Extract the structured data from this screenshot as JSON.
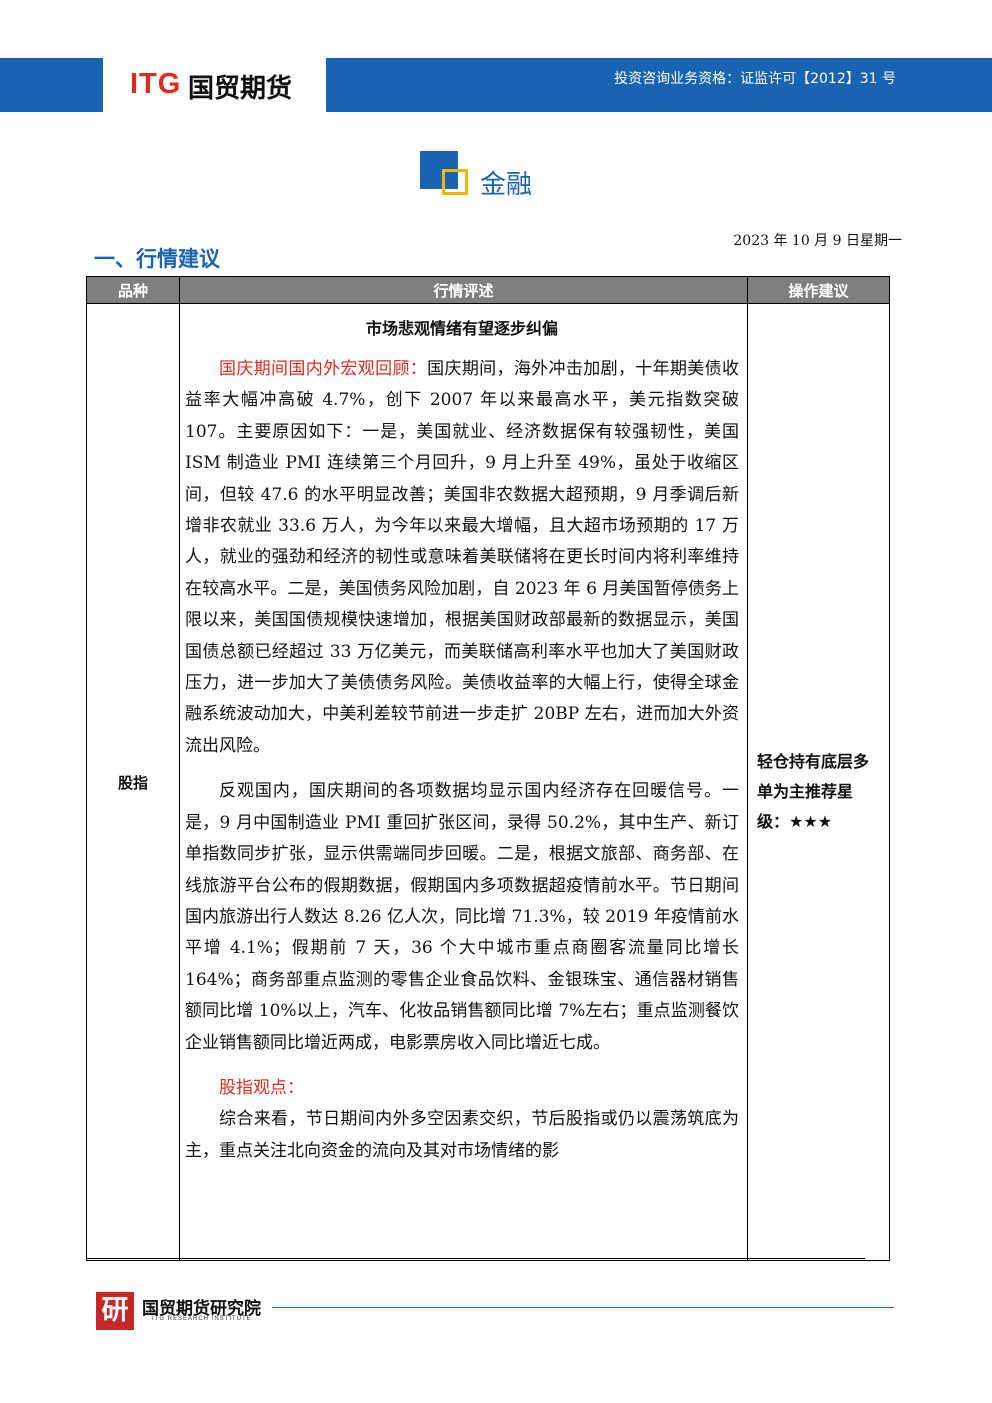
{
  "header": {
    "logo_itg": "ITG",
    "logo_cn": "国贸期货",
    "license": "投资咨询业务资格：证监许可【2012】31 号"
  },
  "section": {
    "title": "金融"
  },
  "date": "2023 年 10 月 9 日星期一",
  "heading": "一、行情建议",
  "table": {
    "headers": [
      "品种",
      "行情评述",
      "操作建议"
    ],
    "row": {
      "category": "股指",
      "title": "市场悲观情绪有望逐步纠偏",
      "p1_label": "国庆期间国内外宏观回顾：",
      "p1_text": "国庆期间，海外冲击加剧，十年期美债收益率大幅冲高破 4.7%，创下 2007 年以来最高水平，美元指数突破 107。主要原因如下：一是，美国就业、经济数据保有较强韧性，美国 ISM 制造业 PMI 连续第三个月回升，9 月上升至 49%，虽处于收缩区间，但较 47.6 的水平明显改善；美国非农数据大超预期，9 月季调后新增非农就业 33.6 万人，为今年以来最大增幅，且大超市场预期的 17 万人，就业的强劲和经济的韧性或意味着美联储将在更长时间内将利率维持在较高水平。二是，美国债务风险加剧，自 2023 年 6 月美国暂停债务上限以来，美国国债规模快速增加，根据美国财政部最新的数据显示，美国国债总额已经超过 33 万亿美元，而美联储高利率水平也加大了美国财政压力，进一步加大了美债债务风险。美债收益率的大幅上行，使得全球金融系统波动加大，中美利差较节前进一步走扩 20BP 左右，进而加大外资流出风险。",
      "p2_text": "反观国内，国庆期间的各项数据均显示国内经济存在回暖信号。一是，9 月中国制造业 PMI 重回扩张区间，录得 50.2%，其中生产、新订单指数同步扩张，显示供需端同步回暖。二是，根据文旅部、商务部、在线旅游平台公布的假期数据，假期国内多项数据超疫情前水平。节日期间国内旅游出行人数达 8.26 亿人次，同比增 71.3%，较 2019 年疫情前水平增 4.1%；假期前 7 天，36 个大中城市重点商圈客流量同比增长 164%；商务部重点监测的零售企业食品饮料、金银珠宝、通信器材销售额同比增 10%以上，汽车、化妆品销售额同比增 7%左右；重点监测餐饮企业销售额同比增近两成，电影票房收入同比增近七成。",
      "p3_label": "股指观点：",
      "p4_text": "综合来看，节日期间内外多空因素交织，节后股指或仍以震荡筑底为主，重点关注北向资金的流向及其对市场情绪的影",
      "advice": "轻仓持有底层多单为主推荐星级：★★★"
    }
  },
  "footer": {
    "logo_char": "研",
    "name": "国贸期货研究院",
    "sub": "ITG RESEARCH INSTITUTE"
  }
}
